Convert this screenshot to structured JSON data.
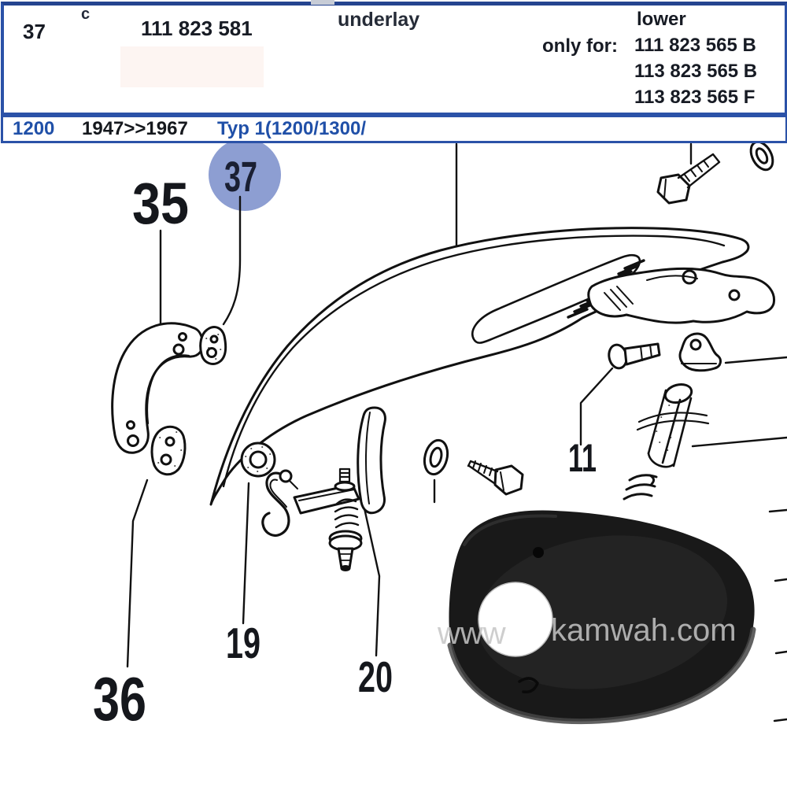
{
  "header": {
    "item_no": "37",
    "c_mark": "c",
    "part_number": "111 823 581",
    "description": "underlay",
    "position_label": "lower",
    "only_for_label": "only for:",
    "only_for_parts": [
      "111 823 565 B",
      "113 823 565 B",
      "113 823 565 F"
    ]
  },
  "model_row": {
    "model": "1200",
    "years": "1947>>1967",
    "type": "Typ 1(1200/1300/"
  },
  "diagram": {
    "highlighted_callout": "37",
    "callouts": {
      "c35": "35",
      "c37": "37",
      "c36": "36",
      "c19": "19",
      "c20": "20",
      "c11": "11"
    }
  },
  "photo": {
    "watermark_left": "www",
    "watermark_right": "kamwah.com"
  },
  "colors": {
    "border_blue": "#2b52a8",
    "badge_blue": "#8d9ed2",
    "text_blue": "#2050a8",
    "ink": "#171b24",
    "rubber_black": "#191919"
  }
}
